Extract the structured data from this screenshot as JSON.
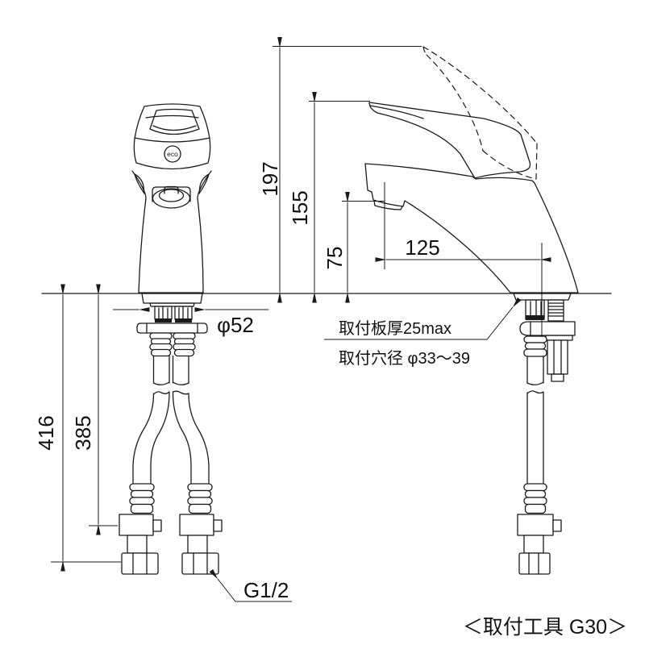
{
  "page": {
    "background": "#ffffff",
    "line_color": "#1a1a1a"
  },
  "drawing": {
    "eco_badge": "eco",
    "footer_note": "＜取付工具 G30＞",
    "dimensions": {
      "total_height": "197",
      "handle_tip_height": "155",
      "spout_height": "75",
      "spout_reach": "125",
      "supply_length_total": "416",
      "supply_length_nut": "385",
      "base_diameter": "φ52"
    },
    "annotations": {
      "mount_thickness": "取付板厚25max",
      "mount_hole": "取付穴径 φ33～39",
      "connection_thread": "G1/2"
    }
  }
}
